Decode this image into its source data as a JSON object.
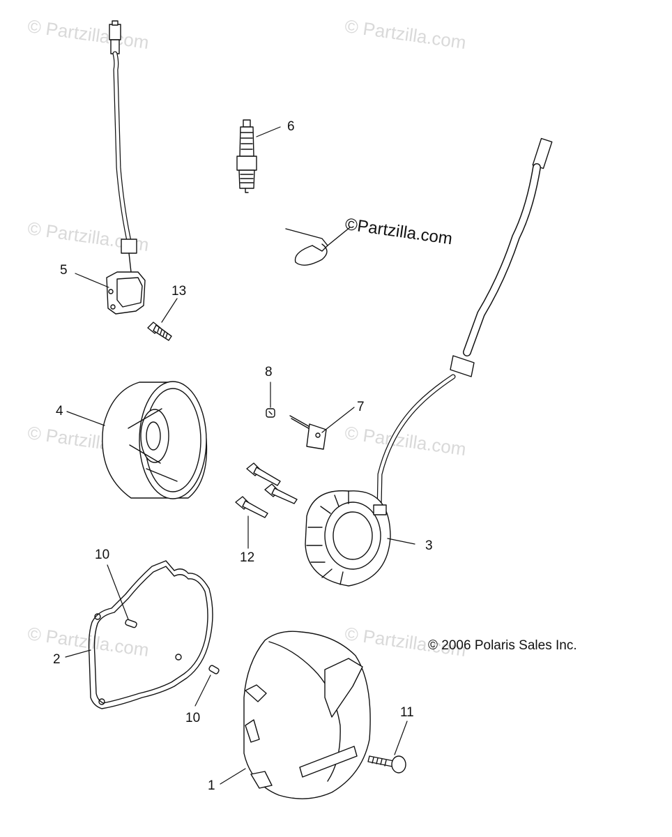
{
  "watermark": {
    "text": "© Partzilla.com",
    "featured_text": "©Partzilla.com"
  },
  "copyright": "© 2006 Polaris Sales Inc.",
  "callouts": {
    "c1": "1",
    "c2": "2",
    "c3": "3",
    "c4": "4",
    "c5": "5",
    "c6": "6",
    "c7": "7",
    "c8": "8",
    "c10a": "10",
    "c10b": "10",
    "c11": "11",
    "c12": "12",
    "c13": "13"
  }
}
